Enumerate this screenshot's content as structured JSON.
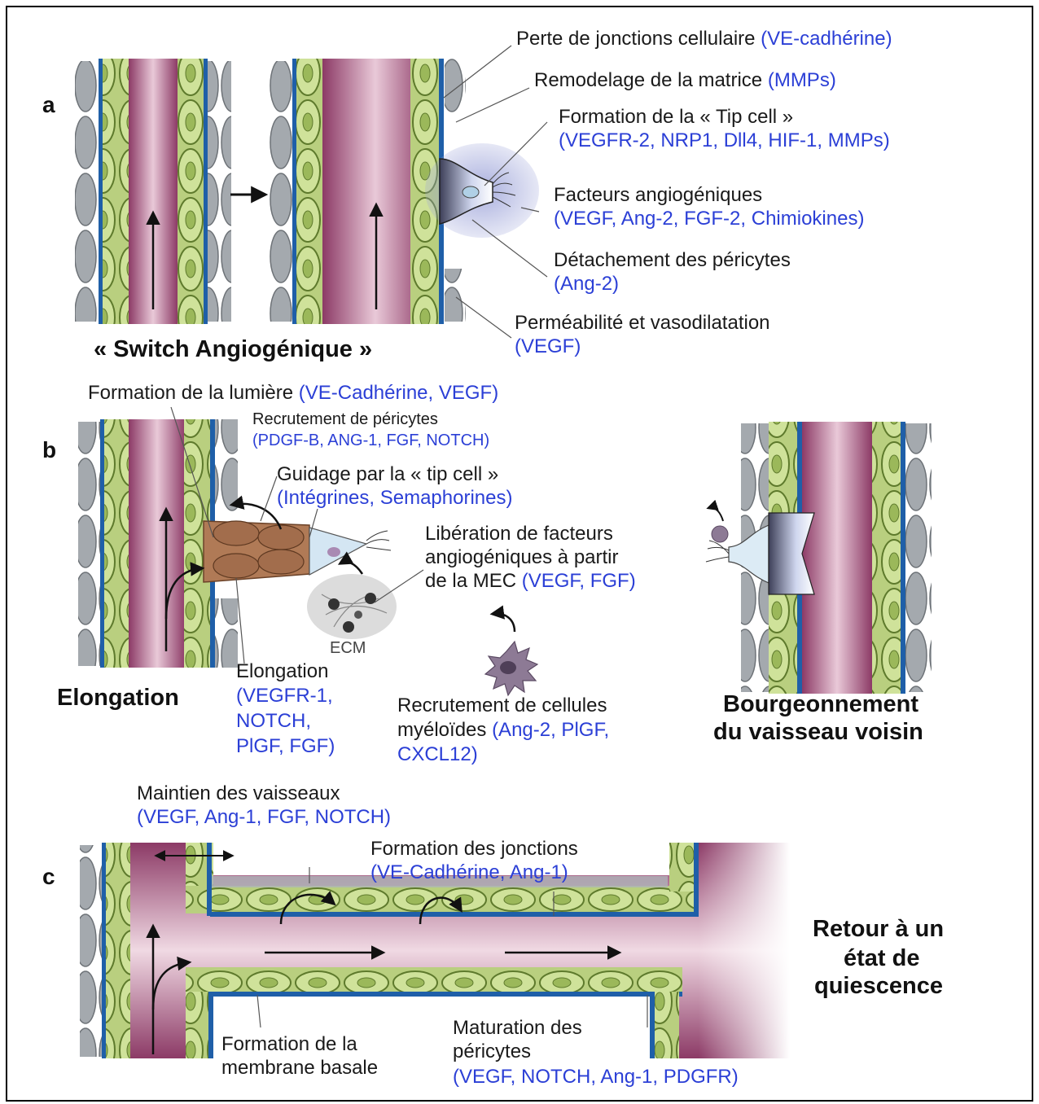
{
  "panel_a": {
    "letter": "a",
    "title": "« Switch Angiogénique »",
    "labels": [
      {
        "text": "Perte de jonctions cellulaire",
        "factors": "(VE-cadhérine)"
      },
      {
        "text": "Remodelage de la matrice",
        "factors": "(MMPs)"
      },
      {
        "text": "Formation de la « Tip cell »",
        "factors": "(VEGFR-2, NRP1, Dll4, HIF-1, MMPs)"
      },
      {
        "text": "Facteurs angiogéniques",
        "factors": "(VEGF, Ang-2, FGF-2, Chimiokines)"
      },
      {
        "text": "Détachement des péricytes",
        "factors": "(Ang-2)"
      },
      {
        "text": "Perméabilité et vasodilatation",
        "factors": "(VEGF)"
      }
    ]
  },
  "panel_b": {
    "letter": "b",
    "left_title": "Elongation",
    "right_title_line1": "Bourgeonnement",
    "right_title_line2": "du vaisseau voisin",
    "ecm": "ECM",
    "labels": {
      "lumiere": {
        "text": "Formation de la lumière",
        "factors": "(VE-Cadhérine, VEGF)"
      },
      "pericytes": {
        "text": "Recrutement de péricytes",
        "factors": "(PDGF-B, ANG-1, FGF, NOTCH)"
      },
      "guidage": {
        "text": "Guidage par la « tip cell »",
        "factors": "(Intégrines, Semaphorines)"
      },
      "liberation": {
        "line1": "Libération de facteurs",
        "line2": "angiogéniques à partir",
        "line3": "de la MEC",
        "factors": "(VEGF, FGF)"
      },
      "elongation": {
        "text": "Elongation",
        "f1": "(VEGFR-1,",
        "f2": "NOTCH,",
        "f3": "PlGF, FGF)"
      },
      "myeloides": {
        "line1": "Recrutement de cellules",
        "line2": "myéloïdes",
        "f1": "(Ang-2, PlGF,",
        "f2": "CXCL12)"
      }
    }
  },
  "panel_c": {
    "letter": "c",
    "title_line1": "Retour à un",
    "title_line2": "état de",
    "title_line3": "quiescence",
    "labels": {
      "maintien": {
        "text": "Maintien des vaisseaux",
        "factors": "(VEGF, Ang-1, FGF, NOTCH)"
      },
      "jonctions": {
        "text": "Formation des jonctions",
        "factors": "(VE-Cadhérine, Ang-1)"
      },
      "membrane": {
        "line1": "Formation de la",
        "line2": "membrane basale"
      },
      "maturation": {
        "line1": "Maturation des",
        "line2": "péricytes",
        "factors": "(VEGF, NOTCH, Ang-1, PDGFR)"
      }
    }
  },
  "colors": {
    "factor_blue": "#2b3fd6",
    "lumen": "#9c4a73",
    "endothelium_green": "#c6dc8e",
    "basement_blue": "#1f5fa8",
    "pericyte_grey": "#9ea3a8"
  }
}
